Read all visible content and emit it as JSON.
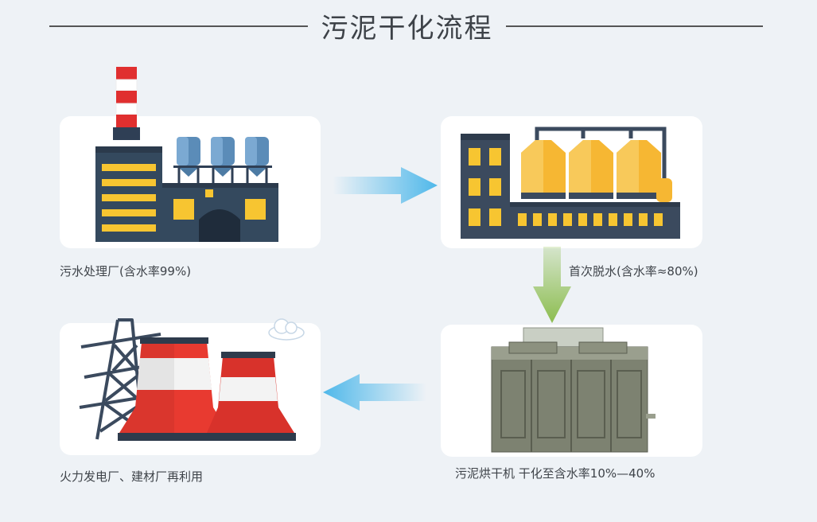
{
  "title": "污泥干化流程",
  "steps": [
    {
      "caption": "污水处理厂(含水率99%)"
    },
    {
      "caption": "首次脱水(含水率≈80%)"
    },
    {
      "caption": "污泥烘干机 干化至含水率10%—40%"
    },
    {
      "caption": "火力发电厂、建材厂再利用"
    }
  ],
  "colors": {
    "arrow_blue": "#4fb8ea",
    "arrow_green": "#8cbd4f",
    "background": "#eef2f6"
  },
  "icons": [
    "factory-icon",
    "dewatering-plant-icon",
    "sludge-dryer-icon",
    "power-plant-icon",
    "arrow-right-icon",
    "arrow-down-icon",
    "arrow-left-icon"
  ]
}
